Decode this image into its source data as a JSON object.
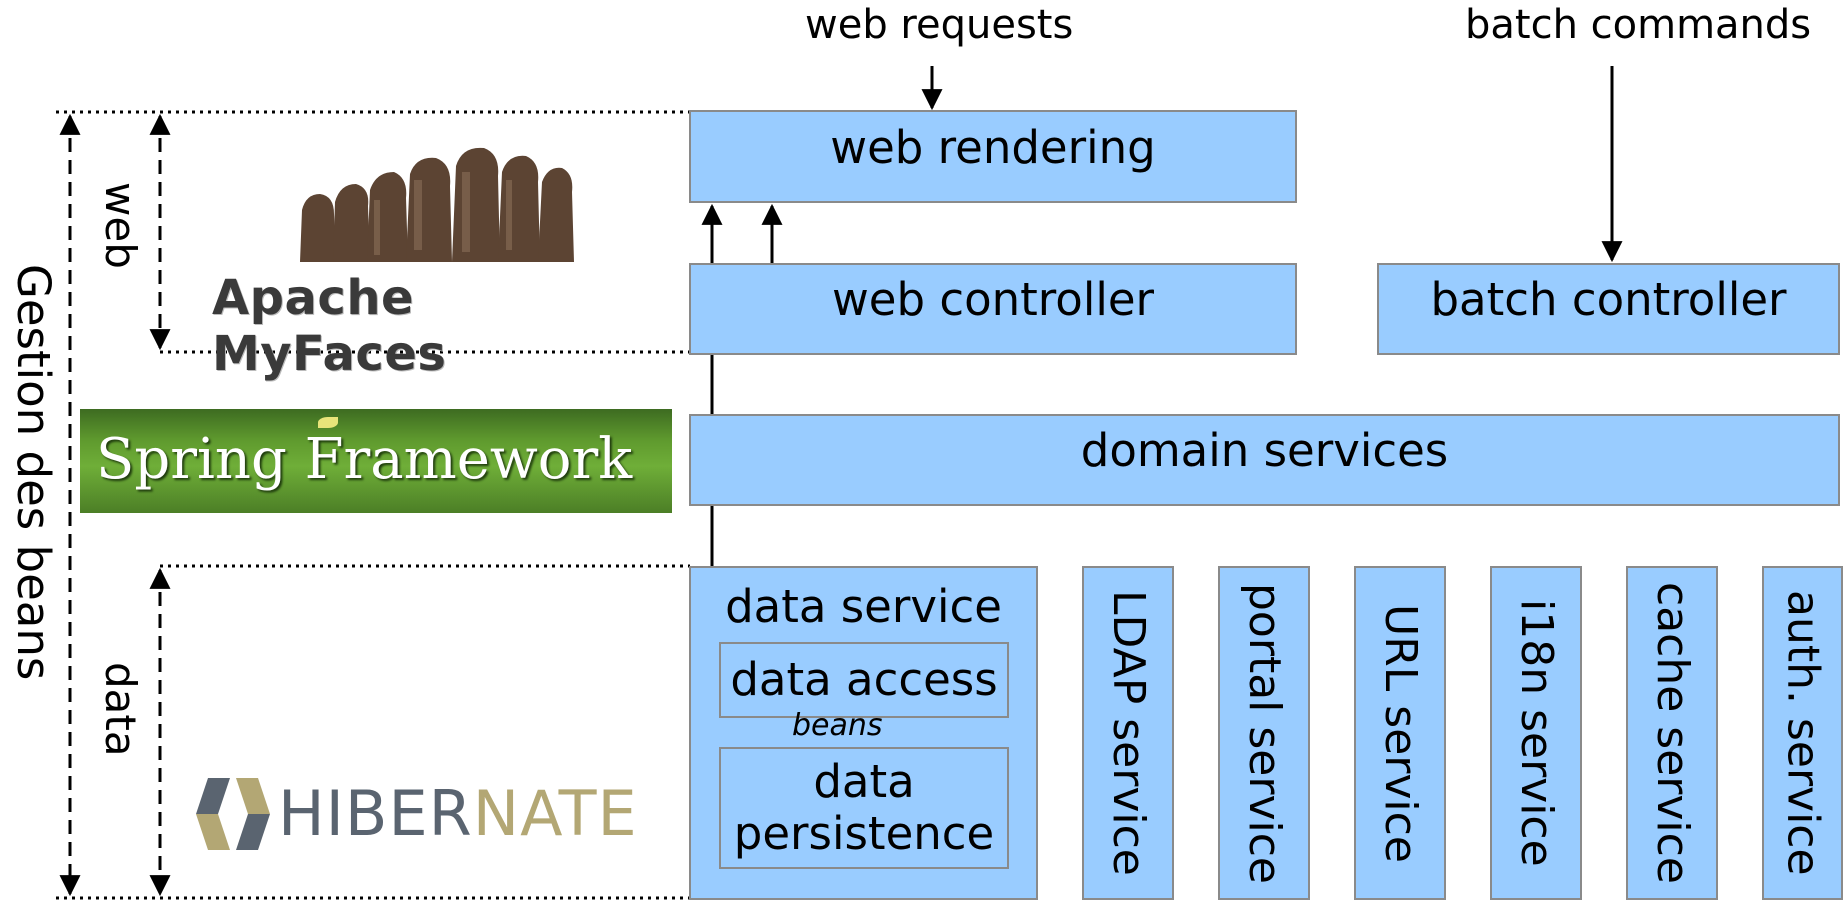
{
  "top_labels": {
    "web_requests": "web requests",
    "batch_commands": "batch commands"
  },
  "side_labels": {
    "gestion": "Gestion des beans",
    "web": "web",
    "data": "data"
  },
  "logos": {
    "myfaces": "Apache MyFaces",
    "spring": "Spring Framework",
    "hibernate_a": "HIBER",
    "hibernate_b": "NATE"
  },
  "boxes": {
    "web_rendering": "web rendering",
    "web_controller": "web controller",
    "batch_controller": "batch controller",
    "domain_services": "domain services",
    "data_service": "data service",
    "data_access": "data access",
    "beans": "beans",
    "data_persistence_1": "data",
    "data_persistence_2": "persistence"
  },
  "services": [
    "LDAP service",
    "portal service",
    "URL service",
    "i18n service",
    "cache service",
    "auth. service"
  ],
  "colors": {
    "box_fill": "#99ccff",
    "box_border": "#8a8a8a",
    "hibernate_gray": "#5a6470",
    "hibernate_gold": "#b3a774"
  }
}
